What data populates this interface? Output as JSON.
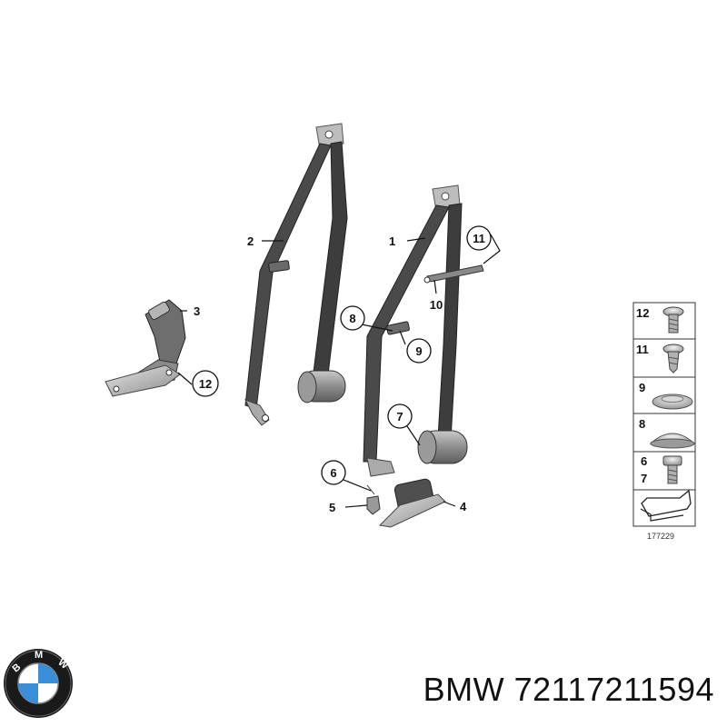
{
  "diagram": {
    "callouts": [
      {
        "id": "1",
        "label": "1"
      },
      {
        "id": "2",
        "label": "2"
      },
      {
        "id": "3",
        "label": "3"
      },
      {
        "id": "4",
        "label": "4"
      },
      {
        "id": "5",
        "label": "5"
      },
      {
        "id": "6",
        "label": "6"
      },
      {
        "id": "7",
        "label": "7"
      },
      {
        "id": "8",
        "label": "8"
      },
      {
        "id": "9",
        "label": "9"
      },
      {
        "id": "10",
        "label": "10"
      },
      {
        "id": "11",
        "label": "11"
      },
      {
        "id": "12",
        "label": "12"
      }
    ],
    "legend": {
      "rows": [
        {
          "labels": [
            "12"
          ],
          "part": "screw"
        },
        {
          "labels": [
            "11"
          ],
          "part": "screw"
        },
        {
          "labels": [
            "9"
          ],
          "part": "cap"
        },
        {
          "labels": [
            "8"
          ],
          "part": "cap"
        },
        {
          "labels": [
            "6",
            "7"
          ],
          "part": "bolt"
        }
      ],
      "reference_number": "177229"
    }
  },
  "brand": {
    "logo_letters": "BMW",
    "caption": "BMW 72117211594"
  }
}
